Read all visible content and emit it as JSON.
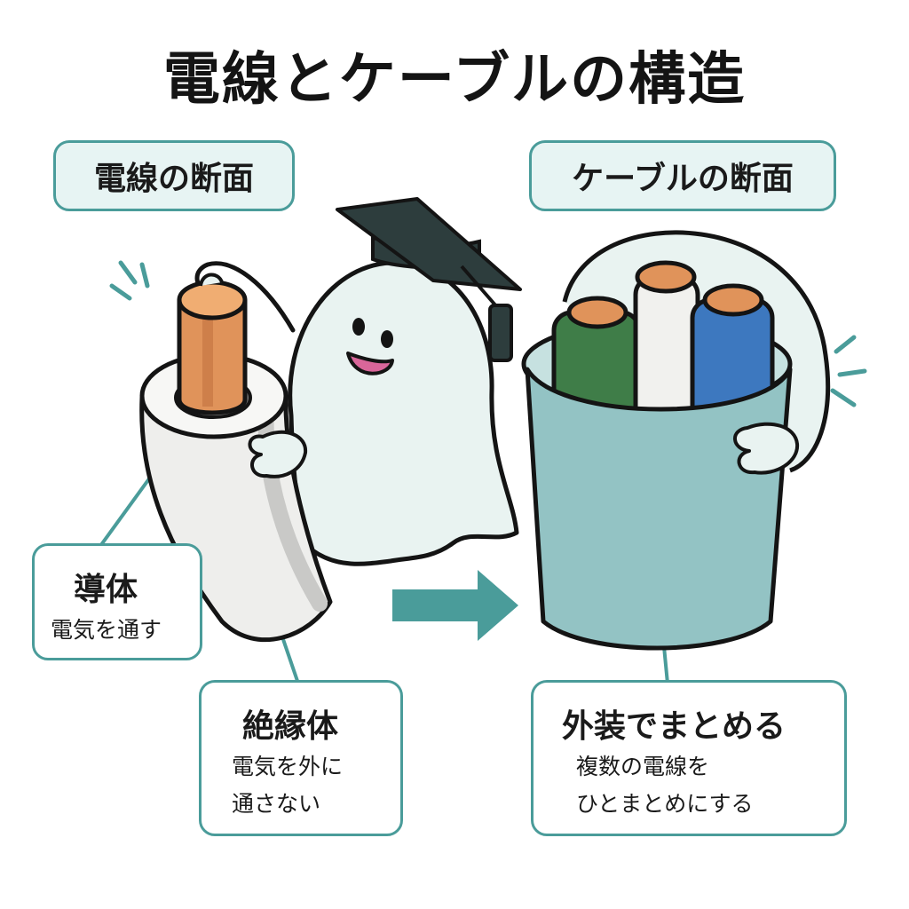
{
  "title": "電線とケーブルの構造",
  "left_header": "電線の断面",
  "right_header": "ケーブルの断面",
  "labels": {
    "conductor": {
      "title": "導体",
      "body": "電気を通す"
    },
    "insulator": {
      "title": "絶縁体",
      "line1": "電気を外に",
      "line2": "通さない"
    },
    "sheath": {
      "title": "外装でまとめる",
      "line1": "複数の電線を",
      "line2": "ひとまとめにする"
    }
  },
  "colors": {
    "accent": "#4a9c9a",
    "header_fill": "#e7f4f3",
    "copper": "#e0935a",
    "sheath": "#93c3c4",
    "wire_green": "#3f7d48",
    "wire_white": "#f1f1ee",
    "wire_blue": "#3d78bf",
    "cap": "#2d3d3d"
  },
  "icons": [
    "ghost-mascot-icon",
    "graduation-cap-icon",
    "arrow-right-icon"
  ]
}
